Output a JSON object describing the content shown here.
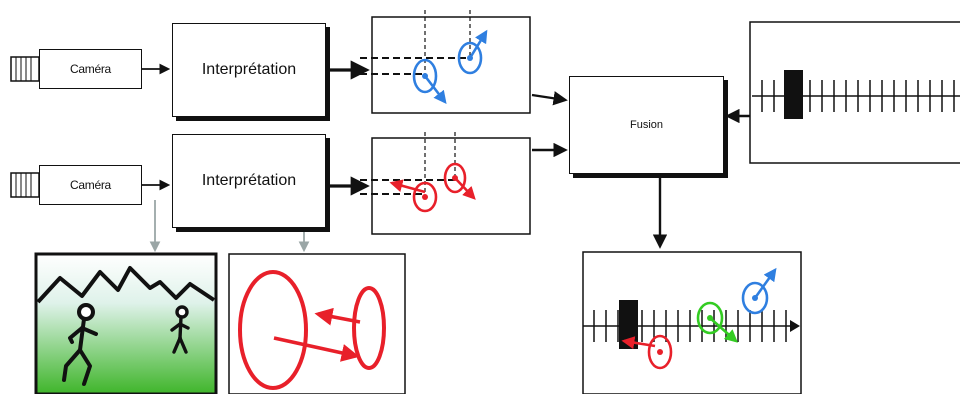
{
  "cameras": [
    {
      "label": "Caméra"
    },
    {
      "label": "Caméra"
    }
  ],
  "interpretation": [
    {
      "label": "Interprétation"
    },
    {
      "label": "Interprétation"
    }
  ],
  "fusion": {
    "label": "Fusion"
  },
  "colors": {
    "stroke": "#111111",
    "blue": "#2f7fe0",
    "red": "#e8202a",
    "green": "#33cc22",
    "gray_arrow": "#9aa6a6",
    "sky": "#6fb8e0",
    "ground": "#44bb22"
  },
  "icons": [
    "camera-icon",
    "mountain-scene",
    "target-ellipse-icon",
    "timeline-ruler"
  ]
}
